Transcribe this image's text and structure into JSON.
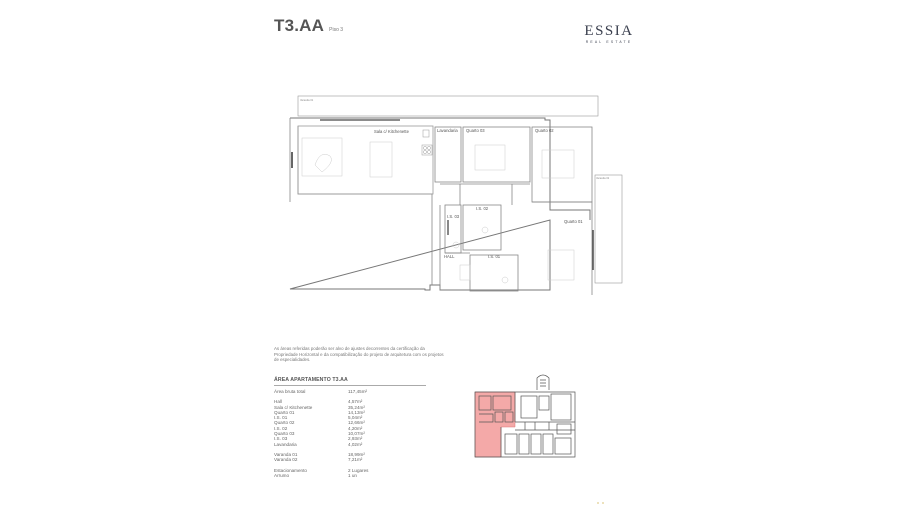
{
  "header": {
    "title": "T3.AA",
    "floor": "Piso 3"
  },
  "brand": {
    "name": "ESSIA",
    "tagline": "REAL ESTATE",
    "color": "#3a3f4e"
  },
  "floor_plan": {
    "rooms": [
      {
        "id": "sala",
        "label": "Sala c/ Kitchenette"
      },
      {
        "id": "lavandaria",
        "label": "Lavandaria"
      },
      {
        "id": "quarto03",
        "label": "Quarto 03"
      },
      {
        "id": "quarto02",
        "label": "Quarto 02"
      },
      {
        "id": "quarto01",
        "label": "Quarto 01"
      },
      {
        "id": "is03",
        "label": "I.S. 03"
      },
      {
        "id": "is02",
        "label": "I.S. 02"
      },
      {
        "id": "is01",
        "label": "I.S. 01"
      },
      {
        "id": "hall",
        "label": "HALL"
      },
      {
        "id": "varanda01",
        "label": "Varanda 01"
      },
      {
        "id": "varanda02",
        "label": "Varanda 02"
      }
    ]
  },
  "disclaimer": "As áreas referidas poderão ser alvo de ajustes decorrentes da certificação da Propriedade Horizontal e da compatibilização do projeto de arquitetura com os projetos de especialidades.",
  "area_table": {
    "heading": "ÁREA APARTAMENTO T3.AA",
    "total": {
      "label": "Área bruta total",
      "value": "117,45m²"
    },
    "rooms": [
      {
        "label": "Hall",
        "value": "4,57m²"
      },
      {
        "label": "Sala c/ Kitchenette",
        "value": "35,24m²"
      },
      {
        "label": "Quarto 01",
        "value": "14,13m²"
      },
      {
        "label": "I.S. 01",
        "value": "5,04m²"
      },
      {
        "label": "Quarto 02",
        "value": "12,66m²"
      },
      {
        "label": "I.S. 02",
        "value": "4,20m²"
      },
      {
        "label": "Quarto 03",
        "value": "10,07m²"
      },
      {
        "label": "I.S. 03",
        "value": "2,93m²"
      },
      {
        "label": "Lavandaria",
        "value": "4,02m²"
      }
    ],
    "outdoor": [
      {
        "label": "Varanda 01",
        "value": "18,99m²"
      },
      {
        "label": "Varanda 02",
        "value": "7,21m²"
      }
    ],
    "extras": [
      {
        "label": "Estacionamento",
        "value": "2 Lugares"
      },
      {
        "label": "Arrumo",
        "value": "1 un"
      }
    ]
  },
  "site_plan": {
    "highlight_color": "#f4a9a8"
  }
}
